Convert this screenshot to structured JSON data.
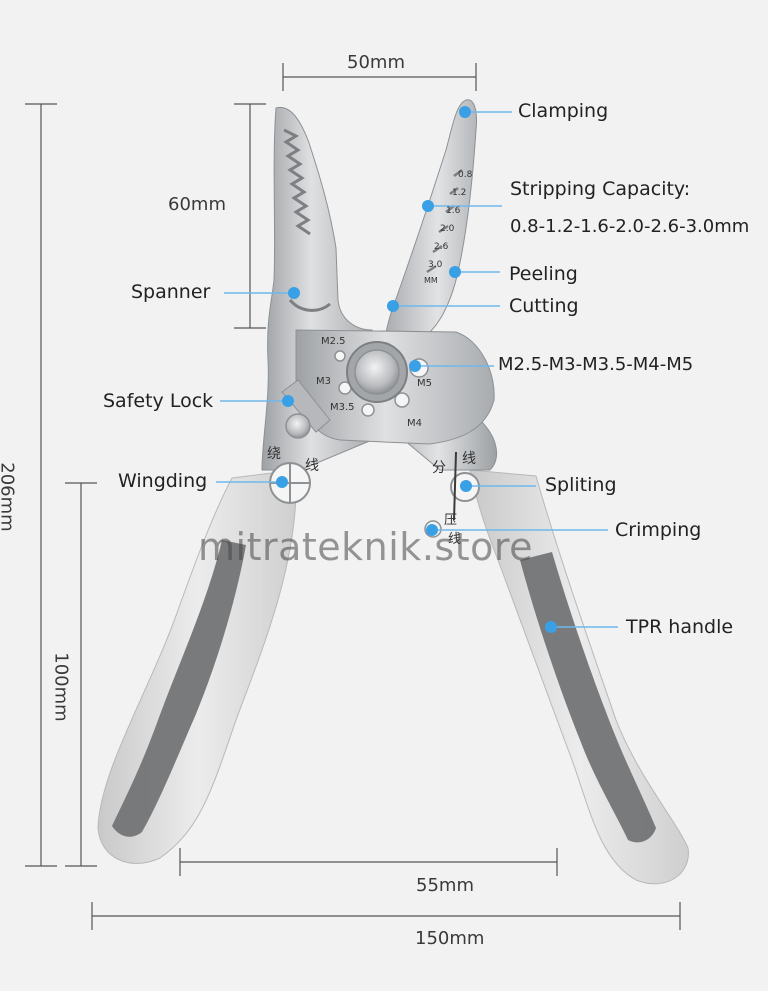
{
  "dimensions": {
    "jaw_width": "50mm",
    "jaw_length": "60mm",
    "total_length": "206mm",
    "handle_length": "100mm",
    "handle_span": "55mm",
    "total_width": "150mm"
  },
  "features": {
    "clamping": "Clamping",
    "stripping_title": "Stripping Capacity:",
    "stripping_values": "0.8-1.2-1.6-2.0-2.6-3.0mm",
    "peeling": "Peeling",
    "cutting": "Cutting",
    "spanner": "Spanner",
    "screw_sizes": "M2.5-M3-M3.5-M4-M5",
    "safety_lock": "Safety Lock",
    "wingding": "Wingding",
    "spliting": "Spliting",
    "crimping": "Crimping",
    "tpr_handle": "TPR handle"
  },
  "tool_markings": {
    "gauge_values": [
      "0.8",
      "1.2",
      "1.6",
      "2.0",
      "2.6",
      "3.0"
    ],
    "gauge_unit": "MM",
    "holes": [
      "M2.5",
      "M3",
      "M3.5",
      "M4",
      "M5"
    ],
    "left_chars": [
      "绕",
      "线"
    ],
    "right_chars": [
      "分",
      "线"
    ],
    "crimp_chars": [
      "压",
      "线"
    ]
  },
  "watermark": "mitrateknik.store",
  "colors": {
    "accent": "#3aa0e6",
    "steel": "#c8c9cb",
    "handle_light": "#dcdcdc",
    "handle_grip": "#707274"
  }
}
